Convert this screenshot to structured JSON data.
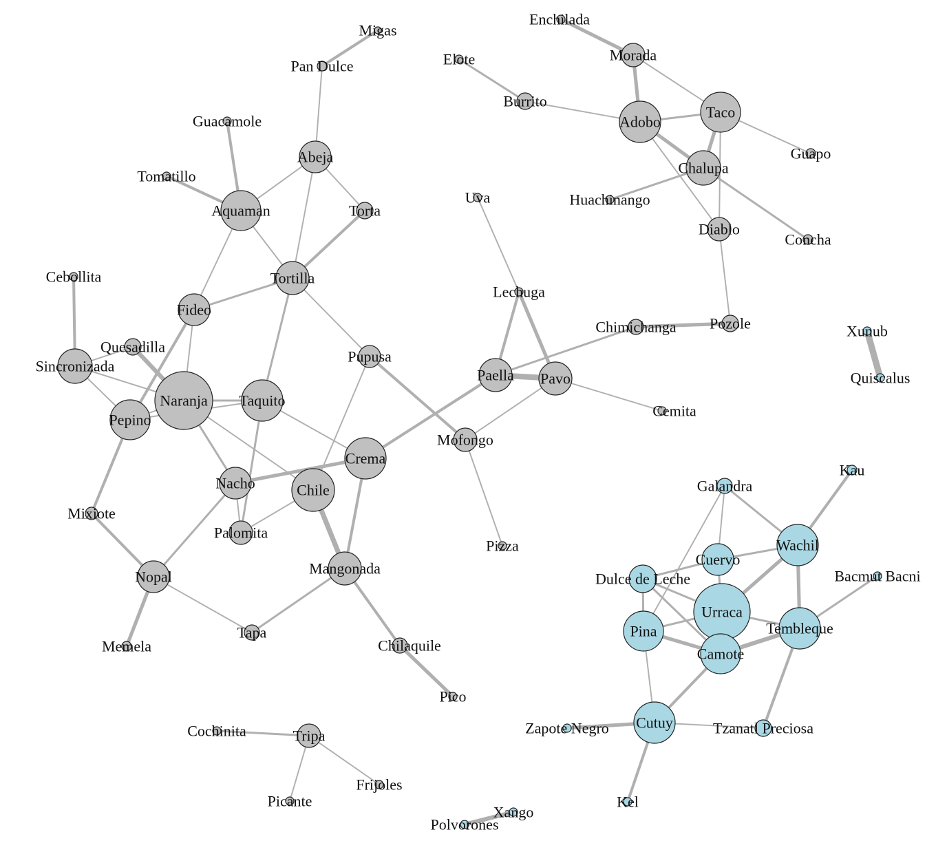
{
  "colors": {
    "gray_group": "#c0c0c0",
    "blue_group": "#a9d8e4",
    "edge": "#b0b0b0",
    "node_outline": "#222222"
  },
  "nodes": [
    {
      "id": "Migas",
      "label": "Migas",
      "group": "gray"
    },
    {
      "id": "PanDulce",
      "label": "Pan Dulce",
      "group": "gray"
    },
    {
      "id": "Guacamole",
      "label": "Guacamole",
      "group": "gray"
    },
    {
      "id": "Tomatillo",
      "label": "Tomatillo",
      "group": "gray"
    },
    {
      "id": "Abeja",
      "label": "Abeja",
      "group": "gray"
    },
    {
      "id": "Aquaman",
      "label": "Aquaman",
      "group": "gray"
    },
    {
      "id": "Torta",
      "label": "Torta",
      "group": "gray"
    },
    {
      "id": "Tortilla",
      "label": "Tortilla",
      "group": "gray"
    },
    {
      "id": "Cebollita",
      "label": "Cebollita",
      "group": "gray"
    },
    {
      "id": "Fideo",
      "label": "Fideo",
      "group": "gray"
    },
    {
      "id": "Quesadilla",
      "label": "Quesadilla",
      "group": "gray"
    },
    {
      "id": "Sincronizada",
      "label": "Sincronizada",
      "group": "gray"
    },
    {
      "id": "Naranja",
      "label": "Naranja",
      "group": "gray"
    },
    {
      "id": "Taquito",
      "label": "Taquito",
      "group": "gray"
    },
    {
      "id": "Pepino",
      "label": "Pepino",
      "group": "gray"
    },
    {
      "id": "Pupusa",
      "label": "Pupusa",
      "group": "gray"
    },
    {
      "id": "Nacho",
      "label": "Nacho",
      "group": "gray"
    },
    {
      "id": "Chile",
      "label": "Chile",
      "group": "gray"
    },
    {
      "id": "Crema",
      "label": "Crema",
      "group": "gray"
    },
    {
      "id": "Palomita",
      "label": "Palomita",
      "group": "gray"
    },
    {
      "id": "Mixiote",
      "label": "Mixiote",
      "group": "gray"
    },
    {
      "id": "Nopal",
      "label": "Nopal",
      "group": "gray"
    },
    {
      "id": "Mangonada",
      "label": "Mangonada",
      "group": "gray"
    },
    {
      "id": "Memela",
      "label": "Memela",
      "group": "gray"
    },
    {
      "id": "Tapa",
      "label": "Tapa",
      "group": "gray"
    },
    {
      "id": "Chilaquile",
      "label": "Chilaquile",
      "group": "gray"
    },
    {
      "id": "Pico",
      "label": "Pico",
      "group": "gray"
    },
    {
      "id": "Cochinita",
      "label": "Cochinita",
      "group": "gray"
    },
    {
      "id": "Tripa",
      "label": "Tripa",
      "group": "gray"
    },
    {
      "id": "Frijoles",
      "label": "Frijoles",
      "group": "gray"
    },
    {
      "id": "Picante",
      "label": "Picante",
      "group": "gray"
    },
    {
      "id": "Enchilada",
      "label": "Enchilada",
      "group": "gray"
    },
    {
      "id": "Elote",
      "label": "Elote",
      "group": "gray"
    },
    {
      "id": "Morada",
      "label": "Morada",
      "group": "gray"
    },
    {
      "id": "Burrito",
      "label": "Burrito",
      "group": "gray"
    },
    {
      "id": "Adobo",
      "label": "Adobo",
      "group": "gray"
    },
    {
      "id": "Taco",
      "label": "Taco",
      "group": "gray"
    },
    {
      "id": "Guapo",
      "label": "Guapo",
      "group": "gray"
    },
    {
      "id": "Chalupa",
      "label": "Chalupa",
      "group": "gray"
    },
    {
      "id": "Uva",
      "label": "Uva",
      "group": "gray"
    },
    {
      "id": "Huachinango",
      "label": "Huachinango",
      "group": "gray"
    },
    {
      "id": "Diablo",
      "label": "Diablo",
      "group": "gray"
    },
    {
      "id": "Concha",
      "label": "Concha",
      "group": "gray"
    },
    {
      "id": "Lechuga",
      "label": "Lechuga",
      "group": "gray"
    },
    {
      "id": "Chimichanga",
      "label": "Chimichanga",
      "group": "gray"
    },
    {
      "id": "Pozole",
      "label": "Pozole",
      "group": "gray"
    },
    {
      "id": "Paella",
      "label": "Paella",
      "group": "gray"
    },
    {
      "id": "Pavo",
      "label": "Pavo",
      "group": "gray"
    },
    {
      "id": "Cemita",
      "label": "Cemita",
      "group": "gray"
    },
    {
      "id": "Mofongo",
      "label": "Mofongo",
      "group": "gray"
    },
    {
      "id": "Pizza",
      "label": "Pizza",
      "group": "gray"
    },
    {
      "id": "Xunub",
      "label": "Xunub",
      "group": "blue"
    },
    {
      "id": "Quiscalus",
      "label": "Quiscalus",
      "group": "blue"
    },
    {
      "id": "Kau",
      "label": "Kau",
      "group": "blue"
    },
    {
      "id": "Galandra",
      "label": "Galandra",
      "group": "blue"
    },
    {
      "id": "Wachil",
      "label": "Wachil",
      "group": "blue"
    },
    {
      "id": "Cuervo",
      "label": "Cuervo",
      "group": "blue"
    },
    {
      "id": "BacmutBacni",
      "label": "Bacmut Bacni",
      "group": "blue"
    },
    {
      "id": "DulceDeLeche",
      "label": "Dulce de Leche",
      "group": "blue"
    },
    {
      "id": "Urraca",
      "label": "Urraca",
      "group": "blue"
    },
    {
      "id": "Pina",
      "label": "Pina",
      "group": "blue"
    },
    {
      "id": "Tembleque",
      "label": "Tembleque",
      "group": "blue"
    },
    {
      "id": "Camote",
      "label": "Camote",
      "group": "blue"
    },
    {
      "id": "Cutuy",
      "label": "Cutuy",
      "group": "blue"
    },
    {
      "id": "ZapoteNegro",
      "label": "Zapote Negro",
      "group": "blue"
    },
    {
      "id": "TzanatlPreciosa",
      "label": "Tzanatl Preciosa",
      "group": "blue"
    },
    {
      "id": "Kel",
      "label": "Kel",
      "group": "blue"
    },
    {
      "id": "Xango",
      "label": "Xango",
      "group": "blue"
    },
    {
      "id": "Polvorones",
      "label": "Polvorones",
      "group": "blue"
    }
  ],
  "edges": [
    {
      "source": "Migas",
      "target": "PanDulce",
      "weight": 3
    },
    {
      "source": "PanDulce",
      "target": "Abeja",
      "weight": 1
    },
    {
      "source": "Abeja",
      "target": "Aquaman",
      "weight": 1
    },
    {
      "source": "Abeja",
      "target": "Torta",
      "weight": 1
    },
    {
      "source": "Abeja",
      "target": "Tortilla",
      "weight": 1
    },
    {
      "source": "Guacamole",
      "target": "Aquaman",
      "weight": 3
    },
    {
      "source": "Tomatillo",
      "target": "Aquaman",
      "weight": 3
    },
    {
      "source": "Aquaman",
      "target": "Tortilla",
      "weight": 1
    },
    {
      "source": "Aquaman",
      "target": "Fideo",
      "weight": 1
    },
    {
      "source": "Torta",
      "target": "Tortilla",
      "weight": 3
    },
    {
      "source": "Tortilla",
      "target": "Fideo",
      "weight": 2
    },
    {
      "source": "Tortilla",
      "target": "Taquito",
      "weight": 2
    },
    {
      "source": "Tortilla",
      "target": "Pupusa",
      "weight": 1
    },
    {
      "source": "Cebollita",
      "target": "Sincronizada",
      "weight": 3
    },
    {
      "source": "Fideo",
      "target": "Naranja",
      "weight": 1
    },
    {
      "source": "Fideo",
      "target": "Pepino",
      "weight": 3
    },
    {
      "source": "Quesadilla",
      "target": "Naranja",
      "weight": 5
    },
    {
      "source": "Quesadilla",
      "target": "Sincronizada",
      "weight": 1
    },
    {
      "source": "Sincronizada",
      "target": "Naranja",
      "weight": 1
    },
    {
      "source": "Sincronizada",
      "target": "Pepino",
      "weight": 1
    },
    {
      "source": "Naranja",
      "target": "Pepino",
      "weight": 1
    },
    {
      "source": "Naranja",
      "target": "Taquito",
      "weight": 2
    },
    {
      "source": "Naranja",
      "target": "Nacho",
      "weight": 2
    },
    {
      "source": "Naranja",
      "target": "Chile",
      "weight": 1
    },
    {
      "source": "Pepino",
      "target": "Taquito",
      "weight": 1
    },
    {
      "source": "Pepino",
      "target": "Mixiote",
      "weight": 3
    },
    {
      "source": "Taquito",
      "target": "Palomita",
      "weight": 2
    },
    {
      "source": "Taquito",
      "target": "Crema",
      "weight": 1
    },
    {
      "source": "Pupusa",
      "target": "Chile",
      "weight": 1
    },
    {
      "source": "Pupusa",
      "target": "Mofongo",
      "weight": 3
    },
    {
      "source": "Nacho",
      "target": "Crema",
      "weight": 4
    },
    {
      "source": "Nacho",
      "target": "Palomita",
      "weight": 1
    },
    {
      "source": "Nacho",
      "target": "Nopal",
      "weight": 2
    },
    {
      "source": "Chile",
      "target": "Palomita",
      "weight": 1
    },
    {
      "source": "Chile",
      "target": "Mangonada",
      "weight": 6
    },
    {
      "source": "Crema",
      "target": "Mangonada",
      "weight": 3
    },
    {
      "source": "Crema",
      "target": "Paella",
      "weight": 3
    },
    {
      "source": "Mixiote",
      "target": "Nopal",
      "weight": 3
    },
    {
      "source": "Nopal",
      "target": "Memela",
      "weight": 4
    },
    {
      "source": "Nopal",
      "target": "Tapa",
      "weight": 1
    },
    {
      "source": "Tapa",
      "target": "Mangonada",
      "weight": 2
    },
    {
      "source": "Mangonada",
      "target": "Chilaquile",
      "weight": 3
    },
    {
      "source": "Chilaquile",
      "target": "Pico",
      "weight": 4
    },
    {
      "source": "Cochinita",
      "target": "Tripa",
      "weight": 2
    },
    {
      "source": "Tripa",
      "target": "Frijoles",
      "weight": 1
    },
    {
      "source": "Tripa",
      "target": "Picante",
      "weight": 1
    },
    {
      "source": "Enchilada",
      "target": "Morada",
      "weight": 4
    },
    {
      "source": "Morada",
      "target": "Adobo",
      "weight": 4
    },
    {
      "source": "Morada",
      "target": "Taco",
      "weight": 1
    },
    {
      "source": "Elote",
      "target": "Burrito",
      "weight": 2
    },
    {
      "source": "Burrito",
      "target": "Adobo",
      "weight": 1
    },
    {
      "source": "Adobo",
      "target": "Taco",
      "weight": 2
    },
    {
      "source": "Adobo",
      "target": "Chalupa",
      "weight": 4
    },
    {
      "source": "Adobo",
      "target": "Diablo",
      "weight": 1
    },
    {
      "source": "Taco",
      "target": "Guapo",
      "weight": 1
    },
    {
      "source": "Taco",
      "target": "Chalupa",
      "weight": 4
    },
    {
      "source": "Taco",
      "target": "Diablo",
      "weight": 1
    },
    {
      "source": "Chalupa",
      "target": "Huachinango",
      "weight": 2
    },
    {
      "source": "Chalupa",
      "target": "Concha",
      "weight": 2
    },
    {
      "source": "Diablo",
      "target": "Pozole",
      "weight": 1
    },
    {
      "source": "Pozole",
      "target": "Chimichanga",
      "weight": 4
    },
    {
      "source": "Uva",
      "target": "Lechuga",
      "weight": 1
    },
    {
      "source": "Lechuga",
      "target": "Paella",
      "weight": 3
    },
    {
      "source": "Lechuga",
      "target": "Pavo",
      "weight": 4
    },
    {
      "source": "Chimichanga",
      "target": "Paella",
      "weight": 2
    },
    {
      "source": "Paella",
      "target": "Pavo",
      "weight": 7
    },
    {
      "source": "Pavo",
      "target": "Cemita",
      "weight": 1
    },
    {
      "source": "Pavo",
      "target": "Mofongo",
      "weight": 1
    },
    {
      "source": "Mofongo",
      "target": "Pizza",
      "weight": 1
    },
    {
      "source": "Xunub",
      "target": "Quiscalus",
      "weight": 8
    },
    {
      "source": "Kau",
      "target": "Wachil",
      "weight": 3
    },
    {
      "source": "Galandra",
      "target": "Wachil",
      "weight": 2
    },
    {
      "source": "Galandra",
      "target": "Pina",
      "weight": 1
    },
    {
      "source": "Galandra",
      "target": "Cuervo",
      "weight": 1
    },
    {
      "source": "Wachil",
      "target": "Cuervo",
      "weight": 2
    },
    {
      "source": "Wachil",
      "target": "Urraca",
      "weight": 4
    },
    {
      "source": "Wachil",
      "target": "Tembleque",
      "weight": 4
    },
    {
      "source": "Cuervo",
      "target": "DulceDeLeche",
      "weight": 2
    },
    {
      "source": "Cuervo",
      "target": "Urraca",
      "weight": 2
    },
    {
      "source": "BacmutBacni",
      "target": "Tembleque",
      "weight": 2
    },
    {
      "source": "DulceDeLeche",
      "target": "Pina",
      "weight": 2
    },
    {
      "source": "DulceDeLeche",
      "target": "Urraca",
      "weight": 2
    },
    {
      "source": "DulceDeLeche",
      "target": "Camote",
      "weight": 2
    },
    {
      "source": "Urraca",
      "target": "Pina",
      "weight": 2
    },
    {
      "source": "Urraca",
      "target": "Tembleque",
      "weight": 2
    },
    {
      "source": "Urraca",
      "target": "Camote",
      "weight": 2
    },
    {
      "source": "Pina",
      "target": "Camote",
      "weight": 4
    },
    {
      "source": "Pina",
      "target": "Cutuy",
      "weight": 1
    },
    {
      "source": "Tembleque",
      "target": "Camote",
      "weight": 5
    },
    {
      "source": "Tembleque",
      "target": "TzanatlPreciosa",
      "weight": 3
    },
    {
      "source": "Camote",
      "target": "Cutuy",
      "weight": 3
    },
    {
      "source": "Cutuy",
      "target": "ZapoteNegro",
      "weight": 4
    },
    {
      "source": "Cutuy",
      "target": "TzanatlPreciosa",
      "weight": 1
    },
    {
      "source": "Cutuy",
      "target": "Kel",
      "weight": 3
    },
    {
      "source": "Xango",
      "target": "Polvorones",
      "weight": 5
    }
  ]
}
